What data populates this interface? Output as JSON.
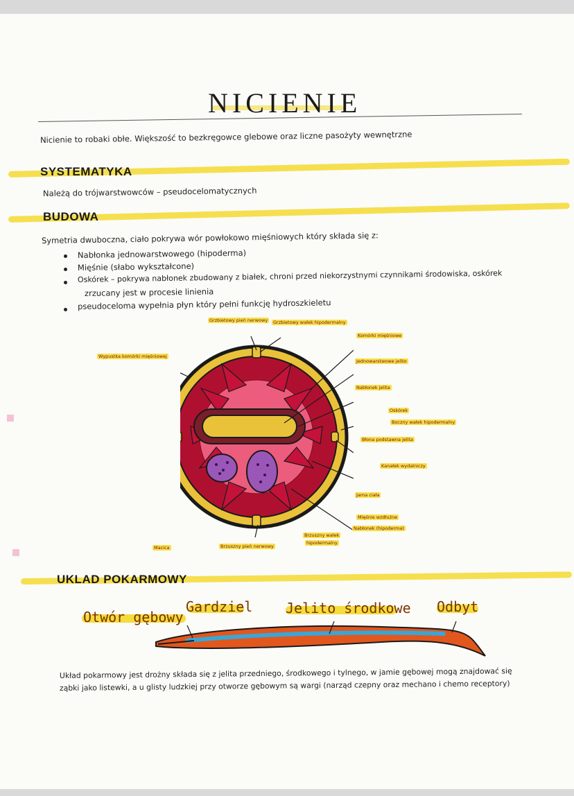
{
  "title": "NICIENIE",
  "intro": "Nicienie to robaki obłe. Większość to bezkręgowce glebowe oraz liczne pasożyty wewnętrzne",
  "sections": {
    "systematyka": {
      "heading": "SYSTEMATYKA",
      "text": "Należą do trójwarstwowców – pseudocelomatycznych"
    },
    "budowa": {
      "heading": "BUDOWA",
      "text": "Symetria dwuboczna, ciało pokrywa wór powłokowo mięśniowych który składa się z:",
      "bullets": [
        "Nabłonka jednowarstwowego (hipoderma)",
        "Mięśnie (słabo wykształcone)",
        "Oskórek – pokrywa nabłonek zbudowany z białek, chroni przed niekorzystnymi czynnikami środowiska, oskórek",
        "zrzucany jest w procesie linienia",
        "pseudoceloma wypełnia płyn który pełni funkcję hydroszkieletu"
      ]
    },
    "uklad": {
      "heading": "UKLAD POKARMOWY",
      "text_line1": "Układ pokarmowy jest drożny składa się z jelita przedniego, środkowego i tylnego, w jamie gębowej mogą znajdować się",
      "text_line2": "ząbki jako listewki, a u glisty ludzkiej przy otworze gębowym są wargi (narząd czepny oraz mechano i chemo receptory)"
    }
  },
  "cross_section_labels": {
    "grzbietowy_pien": "Grzbietowy pień nerwowy",
    "grzbietowy_walek": "Grzbietowy wałek hipodermalny",
    "komorki_miesniowe": "Komórki mięśniowe",
    "wypustka": "Wypustka komórki mięśniowej",
    "jelito": "Jednowarstwowe jelito",
    "nablonek_jelita": "Nabłonek jelita",
    "oskorek": "Oskórek",
    "boczny_walek": "Boczny wałek hipodermalny",
    "blona": "Błona podstawna jelita",
    "kanalek": "Kanałek wydalniczy",
    "jama": "Jama ciała",
    "miesnie": "Mięśnie wzdłużne",
    "nablonek_hipo": "Nabłonek (hipoderma)",
    "brzuszny_walek_1": "Brzuszny wałek",
    "brzuszny_walek_2": "hipodermalny",
    "brzuszny_pien": "Brzuszny pień nerwowy",
    "macica": "Macica"
  },
  "worm_labels": {
    "otwor": "Otwór gębowy",
    "gardziel": "Gardziel",
    "jelito": "Jelito środkowe",
    "odbyt": "Odbyt"
  },
  "colors": {
    "highlight": "#f4dc3c",
    "muscle_red": "#c4123a",
    "pseudocoel_pink": "#ec5d7d",
    "cuticle_yellow": "#e9c23a",
    "egg_purple": "#9a57b8",
    "worm_orange": "#e2571d",
    "gut_blue": "#3aa6d6"
  }
}
